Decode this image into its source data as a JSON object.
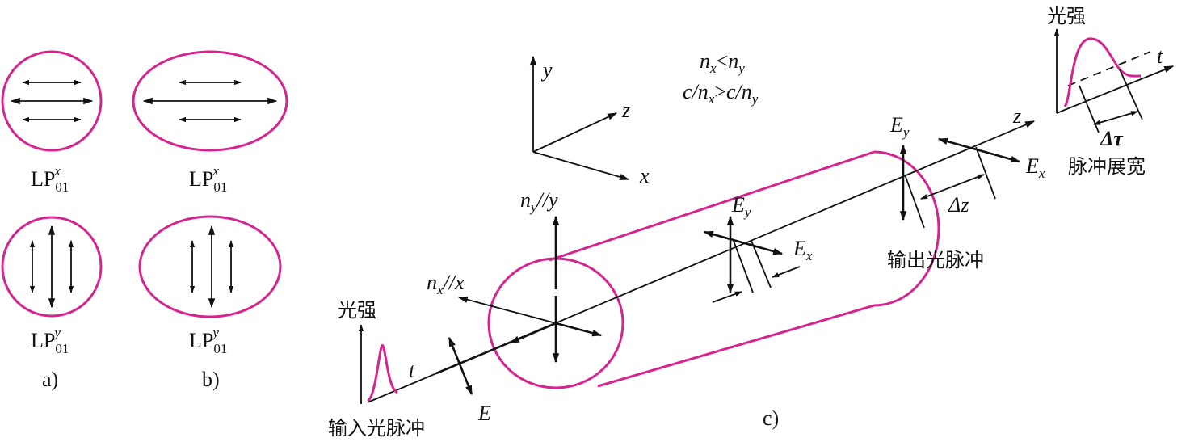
{
  "panel_a": {
    "caption": "a)",
    "mode_x": {
      "base": "LP",
      "sub": "01",
      "sup": "x"
    },
    "mode_y": {
      "base": "LP",
      "sub": "01",
      "sup": "y"
    }
  },
  "panel_b": {
    "caption": "b)",
    "mode_x": {
      "base": "LP",
      "sub": "01",
      "sup": "x"
    },
    "mode_y": {
      "base": "LP",
      "sub": "01",
      "sup": "y"
    }
  },
  "panel_c": {
    "caption": "c)",
    "axes": {
      "x": "x",
      "y": "y",
      "z": "z"
    },
    "relation_1": {
      "a": "n",
      "a_sub": "x",
      "op": "<",
      "b": "n",
      "b_sub": "y"
    },
    "relation_2": {
      "a": "c/n",
      "a_sub": "x",
      "op": ">",
      "b": "c/n",
      "b_sub": "y"
    },
    "ny_label": {
      "n": "n",
      "sub": "y",
      "rest": "//y"
    },
    "nx_label": {
      "n": "n",
      "sub": "x",
      "rest": "//x"
    },
    "input_intensity": "光强",
    "input_t": "t",
    "input_E": "E",
    "input_caption": "输入光脉冲",
    "mid_Ey": {
      "b": "E",
      "sub": "y"
    },
    "mid_Ex": {
      "b": "E",
      "sub": "x"
    },
    "out_Ey": {
      "b": "E",
      "sub": "y"
    },
    "out_Ex": {
      "b": "E",
      "sub": "x"
    },
    "out_z": "z",
    "delta_z": "Δz",
    "output_caption": "输出光脉冲",
    "output_intensity": "光强",
    "output_t": "t",
    "delta_tau": "Δτ",
    "broadening": "脉冲展宽"
  },
  "colors": {
    "fiber": "#d6248f",
    "ink": "#111111"
  }
}
